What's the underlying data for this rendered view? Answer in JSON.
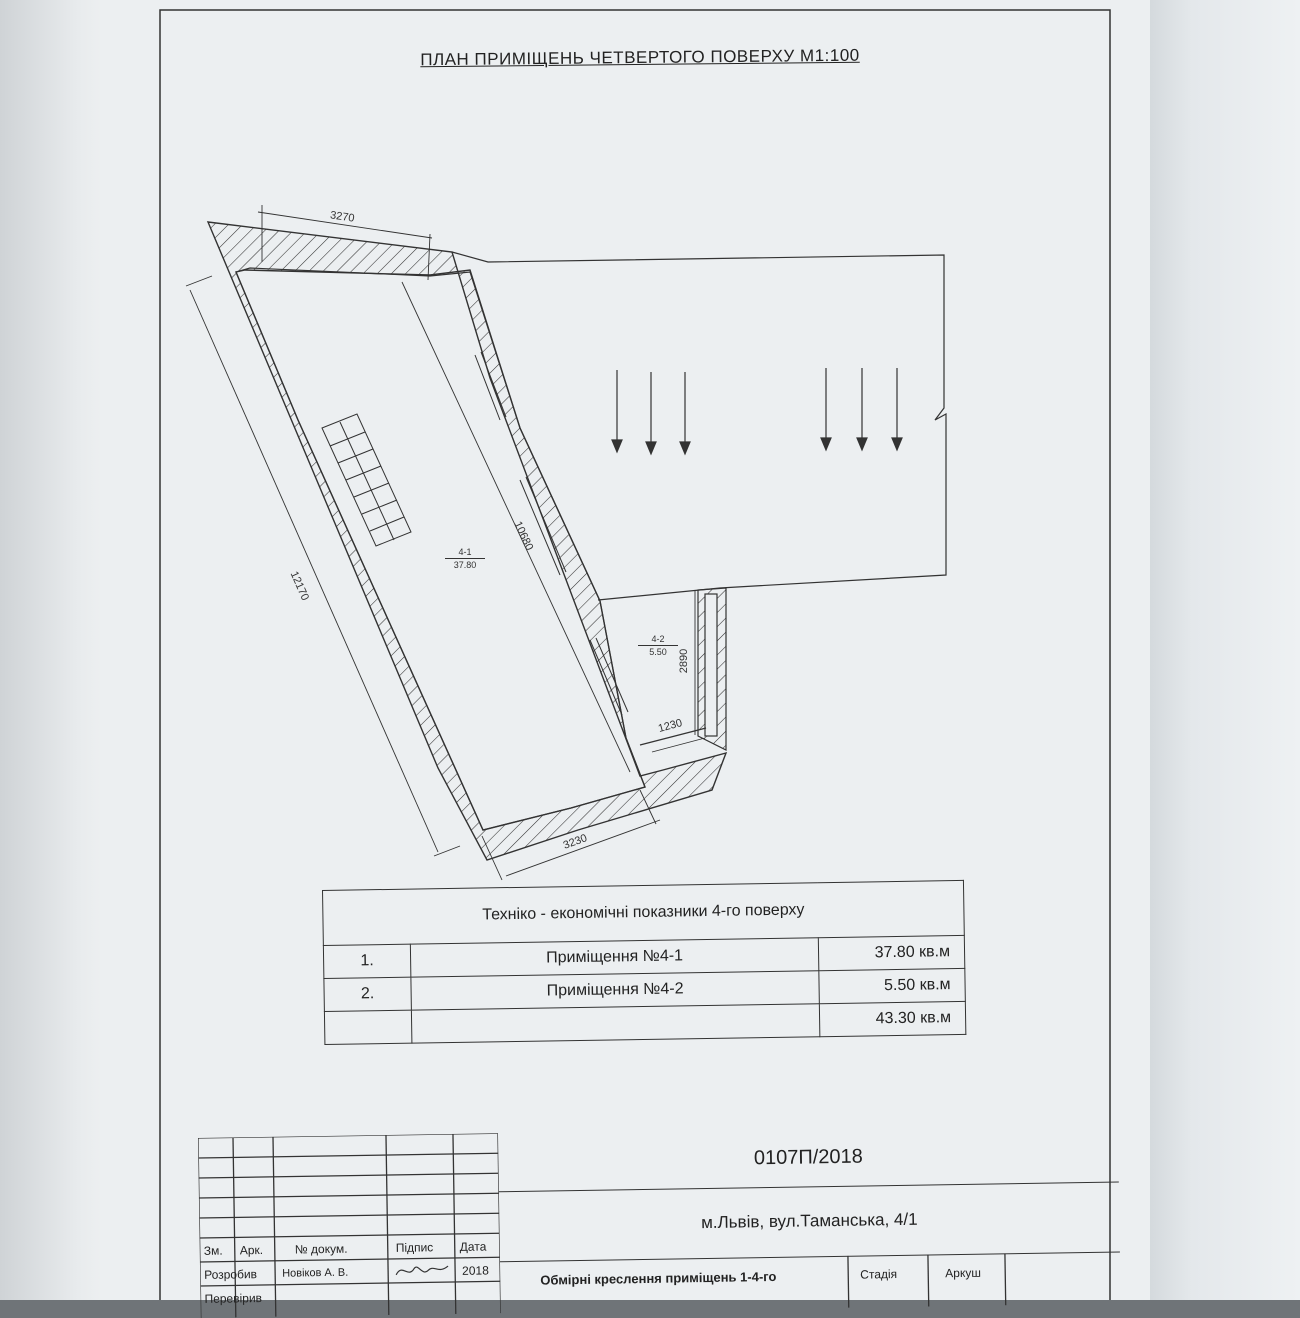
{
  "title": "ПЛАН ПРИМІЩЕНЬ ЧЕТВЕРТОГО ПОВЕРХУ     М1:100",
  "dimensions": {
    "top": "3270",
    "left": "12170",
    "inner": "10680",
    "bottom": "3230",
    "room2_height": "2890",
    "room2_width": "1230"
  },
  "rooms": [
    {
      "id": "4-1",
      "area": "37.80"
    },
    {
      "id": "4-2",
      "area": "5.50"
    }
  ],
  "indicators": {
    "title": "Техніко - економічні показники 4-го поверху",
    "rows": [
      {
        "num": "1.",
        "name": "Приміщення №4-1",
        "area": "37.80 кв.м"
      },
      {
        "num": "2.",
        "name": "Приміщення №4-2",
        "area": "5.50 кв.м"
      },
      {
        "num": "",
        "name": "",
        "area": "43.30 кв.м"
      }
    ]
  },
  "stamp": {
    "code": "0107П/2018",
    "address": "м.Львів, вул.Таманська, 4/1",
    "headers": [
      "Зм.",
      "Арк.",
      "№ докум.",
      "Підпис",
      "Дата"
    ],
    "developed_label": "Розробив",
    "developer": "Новіков А. В.",
    "year": "2018",
    "checked_label": "Перевірив",
    "doc_name": "Обмірні креслення приміщень 1-4-го",
    "stage_label": "Стадія",
    "sheet_label": "Аркуш"
  },
  "colors": {
    "wall": "#333333",
    "paper": "#eceff1"
  }
}
